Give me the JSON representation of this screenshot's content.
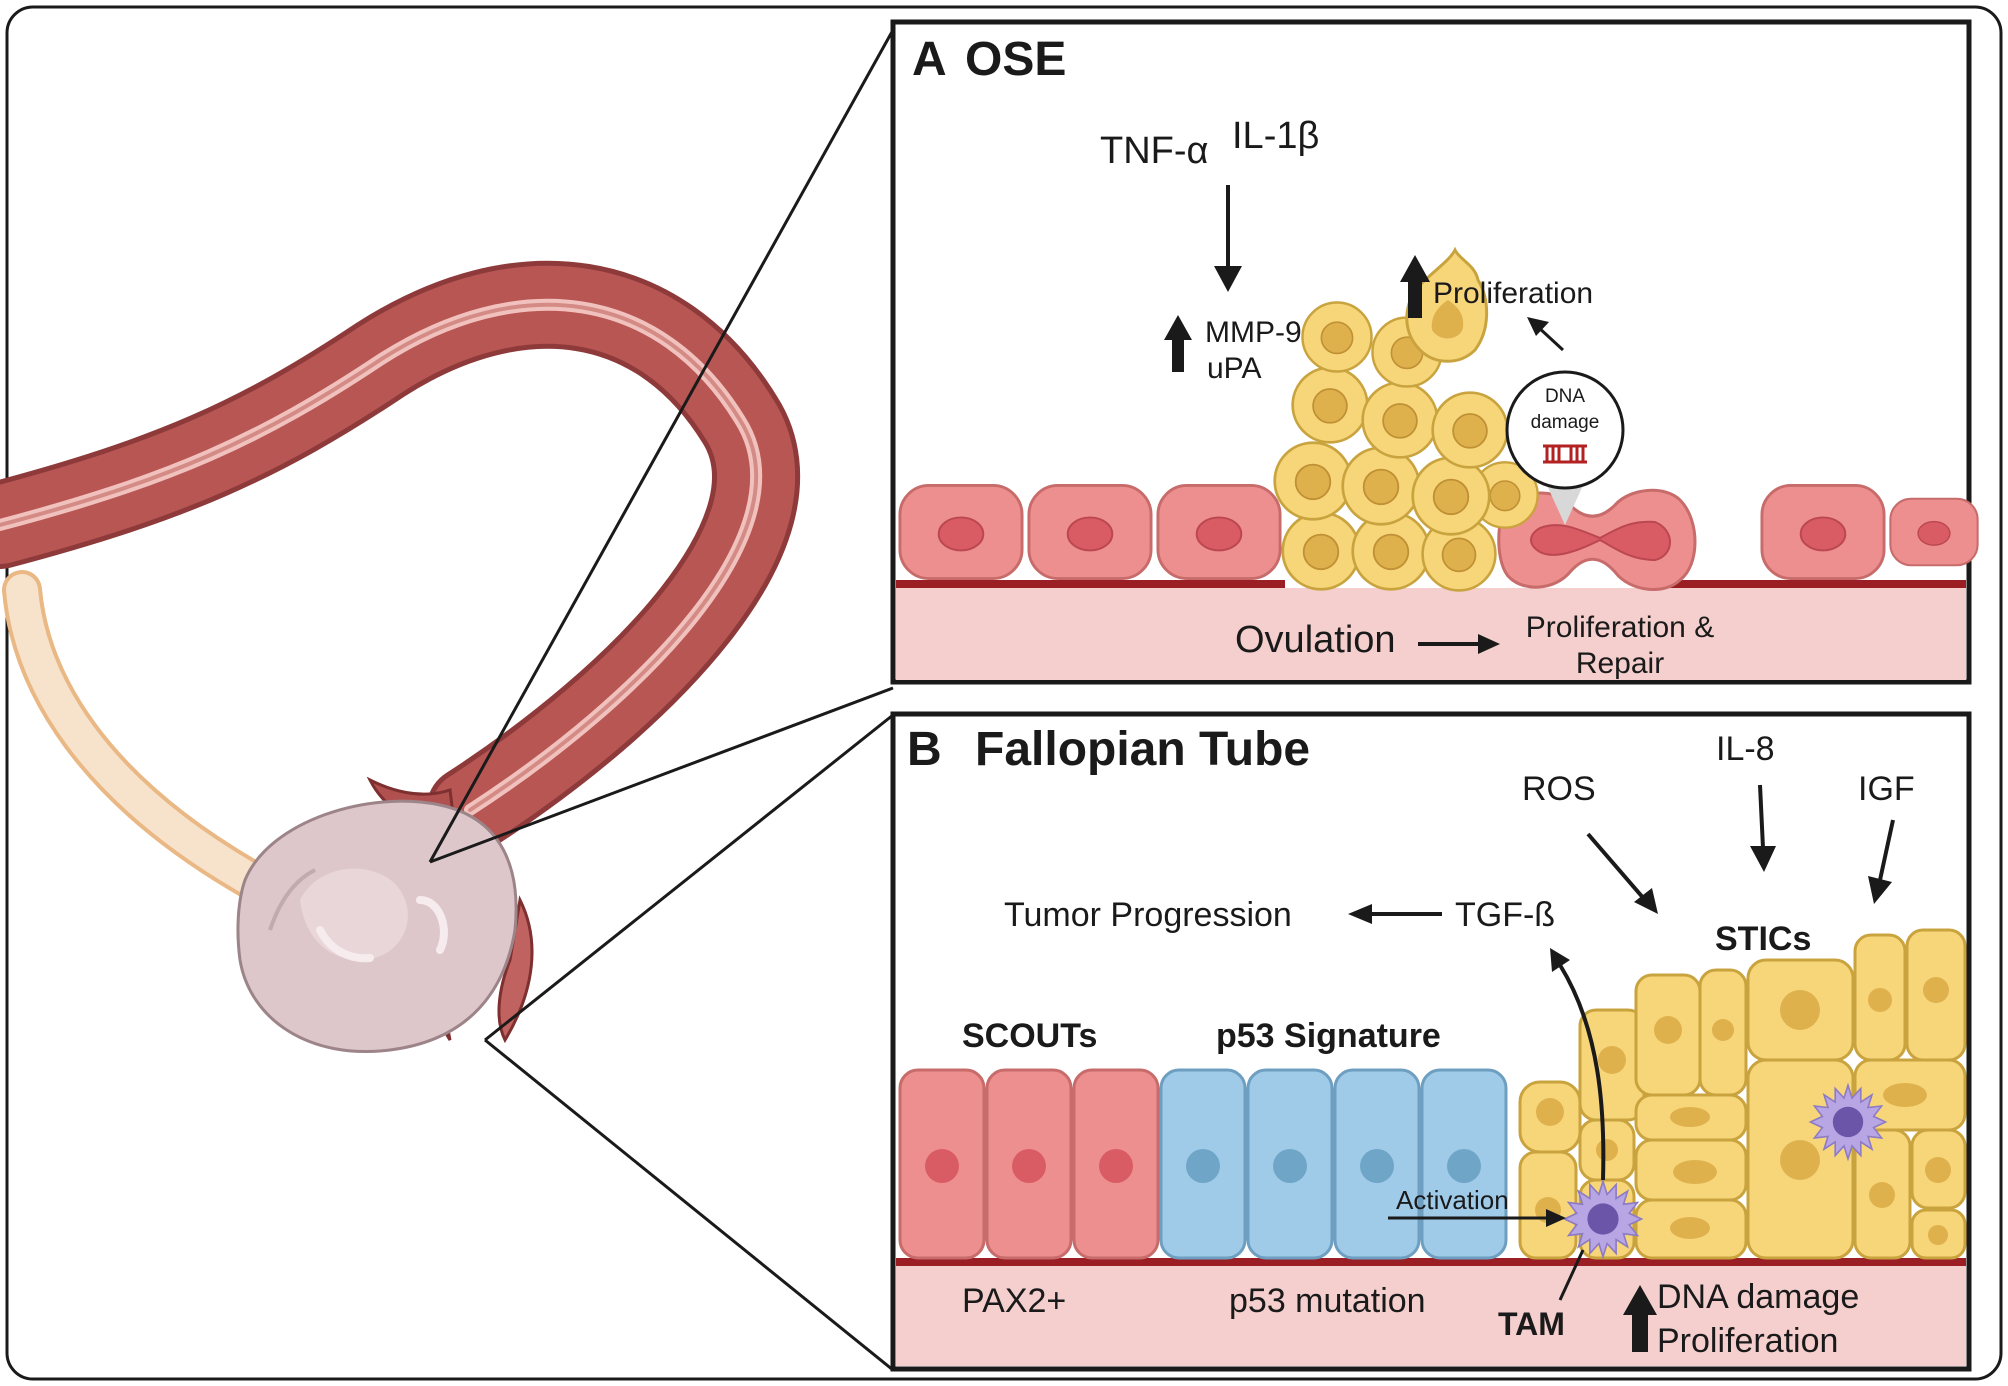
{
  "panel_a": {
    "letter": "A",
    "title": "OSE",
    "tnf": "TNF-α",
    "il1": "IL-1β",
    "mmp9": "MMP-9",
    "upa": "uPA",
    "proliferation": "Proliferation",
    "dna_line1": "DNA",
    "dna_line2": "damage",
    "ovulation": "Ovulation",
    "repair_line1": "Proliferation &",
    "repair_line2": "Repair"
  },
  "panel_b": {
    "letter": "B",
    "title": "Fallopian Tube",
    "ros": "ROS",
    "il8": "IL-8",
    "igf": "IGF",
    "tumor_progression": "Tumor Progression",
    "tgf": "TGF-ß",
    "stics": "STICs",
    "scouts": "SCOUTs",
    "p53_signature": "p53 Signature",
    "activation": "Activation",
    "pax2": "PAX2+",
    "p53_mutation": "p53 mutation",
    "tam": "TAM",
    "dna_damage": "DNA damage",
    "proliferation": "Proliferation"
  },
  "colors": {
    "tube_dark": "#a64a4a",
    "tube_mid": "#c0625f",
    "tube_light": "#f1c2bd",
    "ovary": "#ddc7cb",
    "ose_cell": "#ee8f8f",
    "ose_nucleus": "#d95c64",
    "tumor_cell": "#f7d67a",
    "tumor_nucleus": "#dfb14d",
    "p53_cell": "#9fcbe9",
    "p53_nucleus": "#6fa5c6",
    "tam": "#b7a6e3",
    "tam_nucleus": "#6a55a8",
    "stroma": "#f4cfcd",
    "basement": "#9a1e24"
  }
}
